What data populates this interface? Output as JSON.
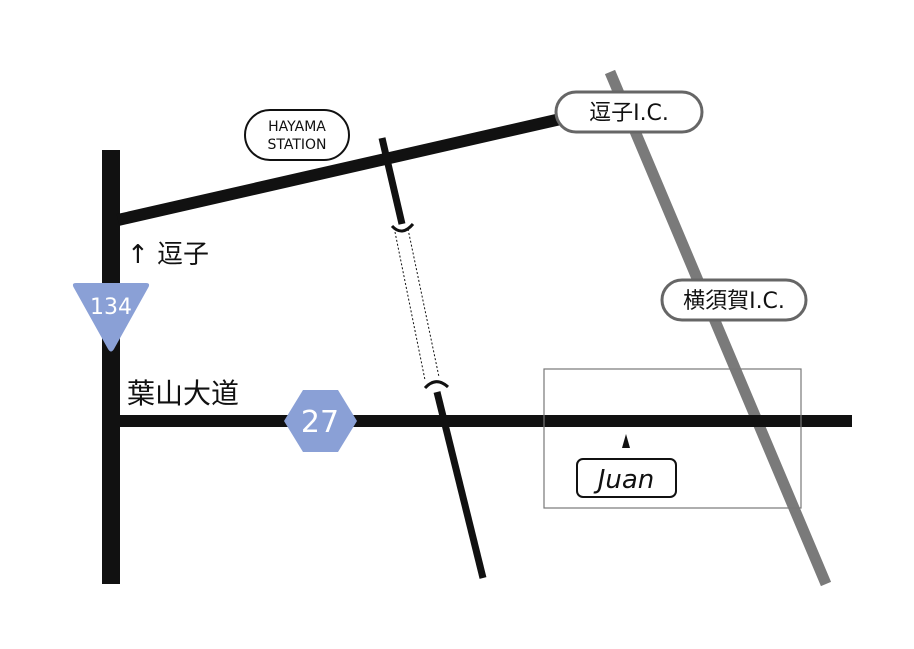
{
  "labels": {
    "hayama_station_line1": "HAYAMA",
    "hayama_station_line2": "STATION",
    "zushi_ic": "逗子I.C.",
    "yokosuka_ic": "横須賀I.C.",
    "zushi_direction": "↑ 逗子",
    "hayama_odo": "葉山大道",
    "route_134": "134",
    "route_27": "27",
    "juan": "Juan"
  },
  "colors": {
    "road": "#111111",
    "expressway": "#7a7a7a",
    "route_badge": "#8aa0d6",
    "label_border": "#666666",
    "area_box": "#777777",
    "background": "#ffffff"
  },
  "icons": {
    "route_134_shape": "inverted-triangle",
    "route_27_shape": "hexagon",
    "bridge_marker": "bridge-icon"
  }
}
